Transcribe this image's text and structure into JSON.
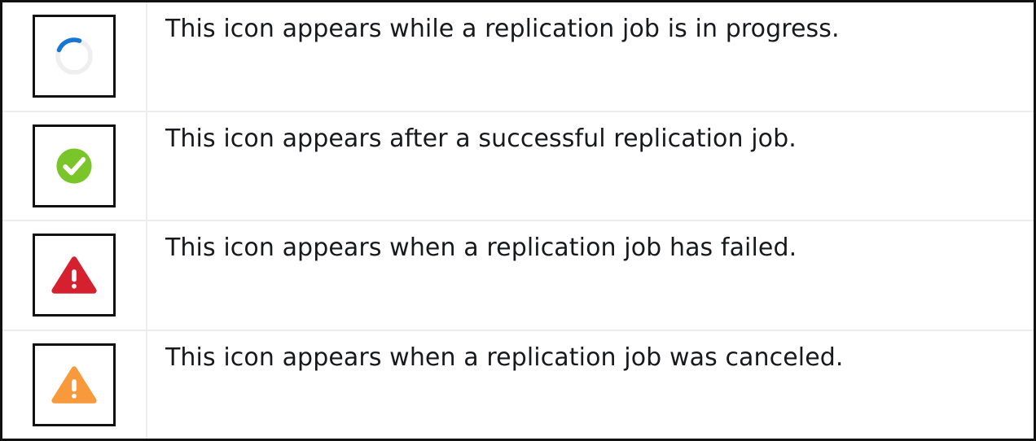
{
  "table": {
    "rows": [
      {
        "icon_name": "spinner-in-progress-icon",
        "icon_label": "in-progress spinner",
        "description": "This icon appears while a replication job is in progress.",
        "colors": {
          "track": "#efefef",
          "arc": "#1877d2"
        }
      },
      {
        "icon_name": "success-check-circle-icon",
        "icon_label": "success check mark",
        "description": "This icon appears after a successful replication job.",
        "colors": {
          "fill": "#79c52a",
          "mark": "#ffffff"
        }
      },
      {
        "icon_name": "error-warning-triangle-icon",
        "icon_label": "failed warning triangle",
        "description": "This icon appears when a replication job has failed.",
        "colors": {
          "fill": "#d5202f",
          "mark": "#ffffff"
        }
      },
      {
        "icon_name": "canceled-warning-triangle-icon",
        "icon_label": "canceled warning triangle",
        "description": "This icon appears when a replication job was canceled.",
        "colors": {
          "fill": "#f89a3c",
          "mark": "#ffffff"
        }
      }
    ],
    "border_color": "#111111",
    "divider_color": "#ededed"
  }
}
